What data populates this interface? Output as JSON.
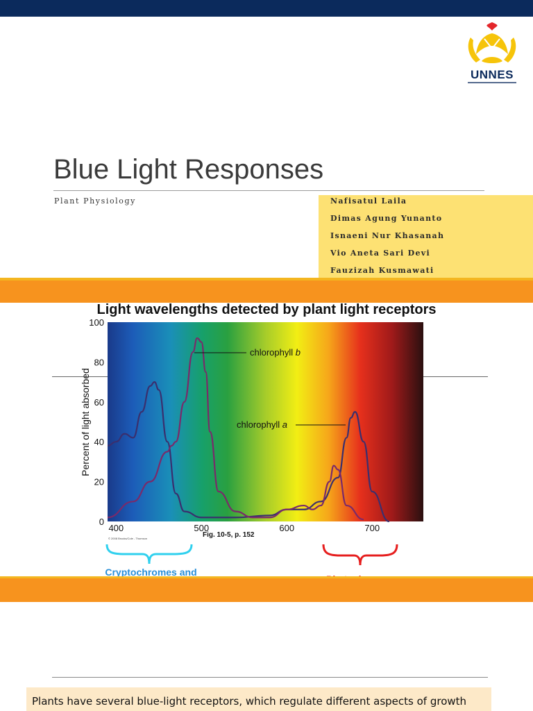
{
  "slide": {
    "title": "Blue Light Responses",
    "subtitle": "Plant Physiology",
    "logo_text": "UNNES",
    "authors": [
      "Nafisatul Laila",
      "Dimas Agung Yunanto",
      "Isnaeni Nur Khasanah",
      "Vio Aneta Sari Devi",
      "Fauzizah Kusmawati"
    ],
    "figure_title": "Light wavelengths detected by plant light receptors",
    "figure_caption": "Fig. 10-5, p. 152",
    "copyright": "© 2008 Brooks/Cole - Thomson",
    "receptor_blue": "Cryptochromes and Phototropins",
    "receptor_red": "Phytochromes",
    "note": "Plants have several blue-light receptors, which regulate different aspects of growth"
  },
  "colors": {
    "top_bar": "#0b2a5c",
    "accent_band": "#f7931e",
    "author_box": "#fde173",
    "note_box": "#fde9c8",
    "chlorophyll_a": "#3a2f6e",
    "chlorophyll_b": "#7a2a6a",
    "cryptochrome_label": "#2a8fd8",
    "phytochrome_label": "#e62020"
  },
  "chart_data": {
    "type": "line",
    "ylabel": "Percent of light absorbed",
    "xlabel": "",
    "xlim": [
      390,
      760
    ],
    "ylim": [
      0,
      100
    ],
    "x_ticks": [
      400,
      500,
      600,
      700
    ],
    "y_ticks": [
      0,
      20,
      40,
      60,
      80,
      100
    ],
    "series": [
      {
        "name": "chlorophyll a",
        "x": [
          390,
          400,
          410,
          420,
          430,
          440,
          445,
          450,
          460,
          470,
          480,
          500,
          540,
          580,
          600,
          620,
          640,
          660,
          670,
          675,
          680,
          690,
          700,
          720
        ],
        "y": [
          38,
          40,
          44,
          42,
          55,
          68,
          70,
          66,
          40,
          14,
          5,
          2,
          2,
          3,
          6,
          6,
          10,
          22,
          42,
          52,
          55,
          40,
          15,
          0
        ]
      },
      {
        "name": "chlorophyll b",
        "x": [
          390,
          420,
          440,
          460,
          465,
          470,
          480,
          490,
          495,
          500,
          505,
          510,
          520,
          540,
          560,
          580,
          600,
          620,
          630,
          640,
          650,
          655,
          660,
          670,
          690
        ],
        "y": [
          2,
          10,
          20,
          35,
          38,
          40,
          60,
          85,
          92,
          90,
          75,
          45,
          15,
          5,
          2,
          2,
          6,
          8,
          6,
          8,
          20,
          28,
          26,
          8,
          1
        ]
      }
    ]
  }
}
